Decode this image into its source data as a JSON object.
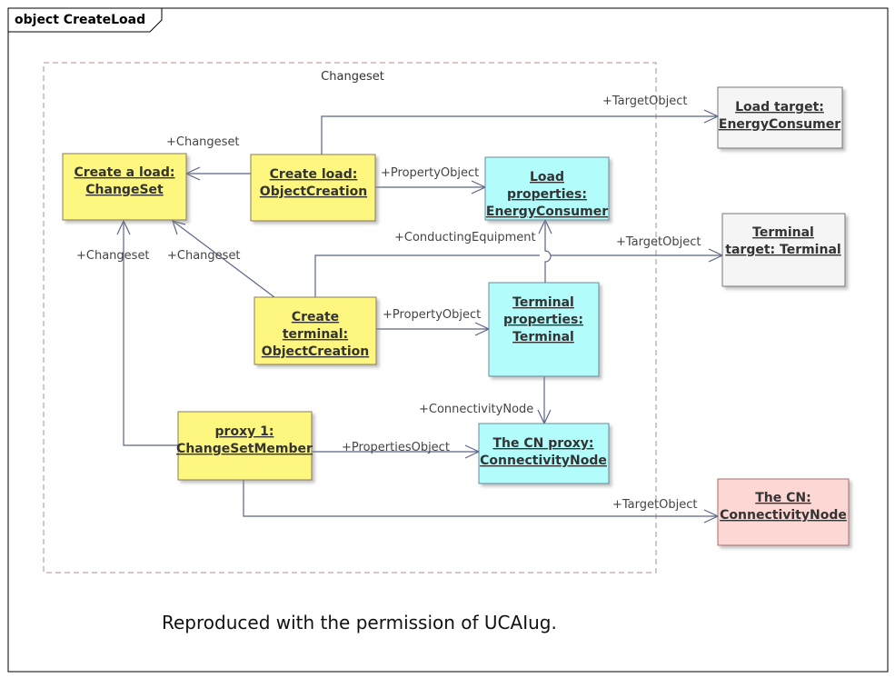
{
  "frame": {
    "title": "object CreateLoad"
  },
  "package": {
    "label": "Changeset"
  },
  "colors": {
    "yellow": "#fdf77f",
    "cyan": "#b3fcfc",
    "white": "#f5f5f5",
    "pink": "#fcd7d3",
    "edge": "#5a6585"
  },
  "objects": {
    "create_load_changeset": {
      "line1": "Create a load:",
      "line2": "ChangeSet"
    },
    "create_load": {
      "line1": "Create load:",
      "line2": "ObjectCreation"
    },
    "load_properties": {
      "line1": "Load",
      "line2": "properties:",
      "line3": "EnergyConsumer"
    },
    "load_target": {
      "line1": "Load target:",
      "line2": "EnergyConsumer"
    },
    "terminal_target": {
      "line1": "Terminal",
      "line2": "target: Terminal"
    },
    "create_terminal": {
      "line1": "Create",
      "line2": "terminal:",
      "line3": "ObjectCreation"
    },
    "terminal_properties": {
      "line1": "Terminal",
      "line2": "properties:",
      "line3": "Terminal"
    },
    "proxy": {
      "line1": "proxy 1:",
      "line2": "ChangeSetMember"
    },
    "cn_proxy": {
      "line1": "The CN proxy:",
      "line2": "ConnectivityNode"
    },
    "the_cn": {
      "line1": "The CN:",
      "line2": "ConnectivityNode"
    }
  },
  "roles": {
    "changeset_a": "+Changeset",
    "changeset_b": "+Changeset",
    "changeset_c": "+Changeset",
    "target_object_load": "+TargetObject",
    "property_object_load": "+PropertyObject",
    "conducting_equipment": "+ConductingEquipment",
    "target_object_terminal": "+TargetObject",
    "property_object_terminal": "+PropertyObject",
    "connectivity_node": "+ConnectivityNode",
    "properties_object": "+PropertiesObject",
    "target_object_cn": "+TargetObject"
  },
  "footer": {
    "text": "Reproduced with the permission of UCAIug."
  }
}
